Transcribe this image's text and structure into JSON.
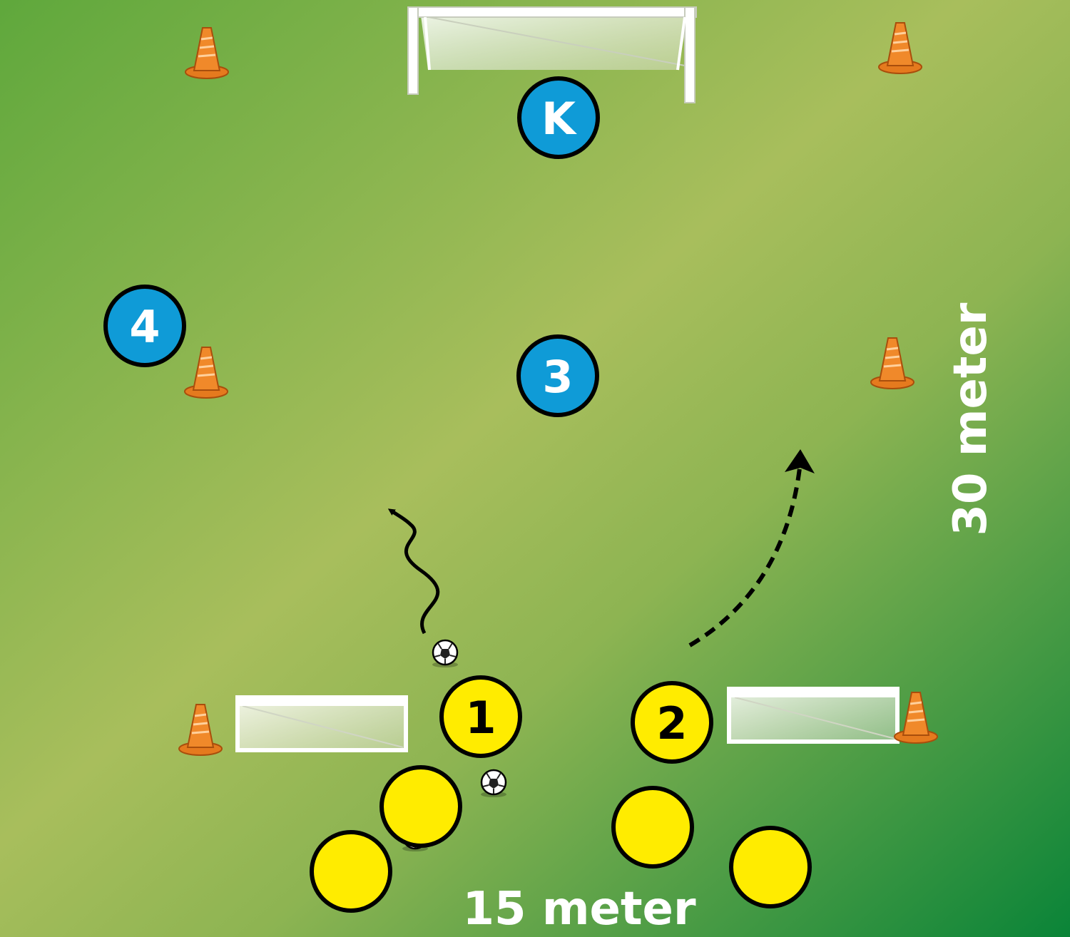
{
  "colors": {
    "field_light": "#a8be5c",
    "field_dark": "#0a8438",
    "field_topleft": "#5fa83c",
    "player_blue": "#0f9bd7",
    "player_yellow": "#ffec00",
    "cone": "#f0892a",
    "outline": "#000000"
  },
  "players": {
    "keeper": "K",
    "blue_3": "3",
    "blue_4": "4",
    "yellow_1": "1",
    "yellow_2": "2"
  },
  "dimensions": {
    "width_label": "15 meter",
    "length_label": "30 meter"
  },
  "icons": [
    "goal-icon",
    "cone-icon",
    "ball-icon",
    "dribble-arrow-icon",
    "run-arrow-icon"
  ]
}
